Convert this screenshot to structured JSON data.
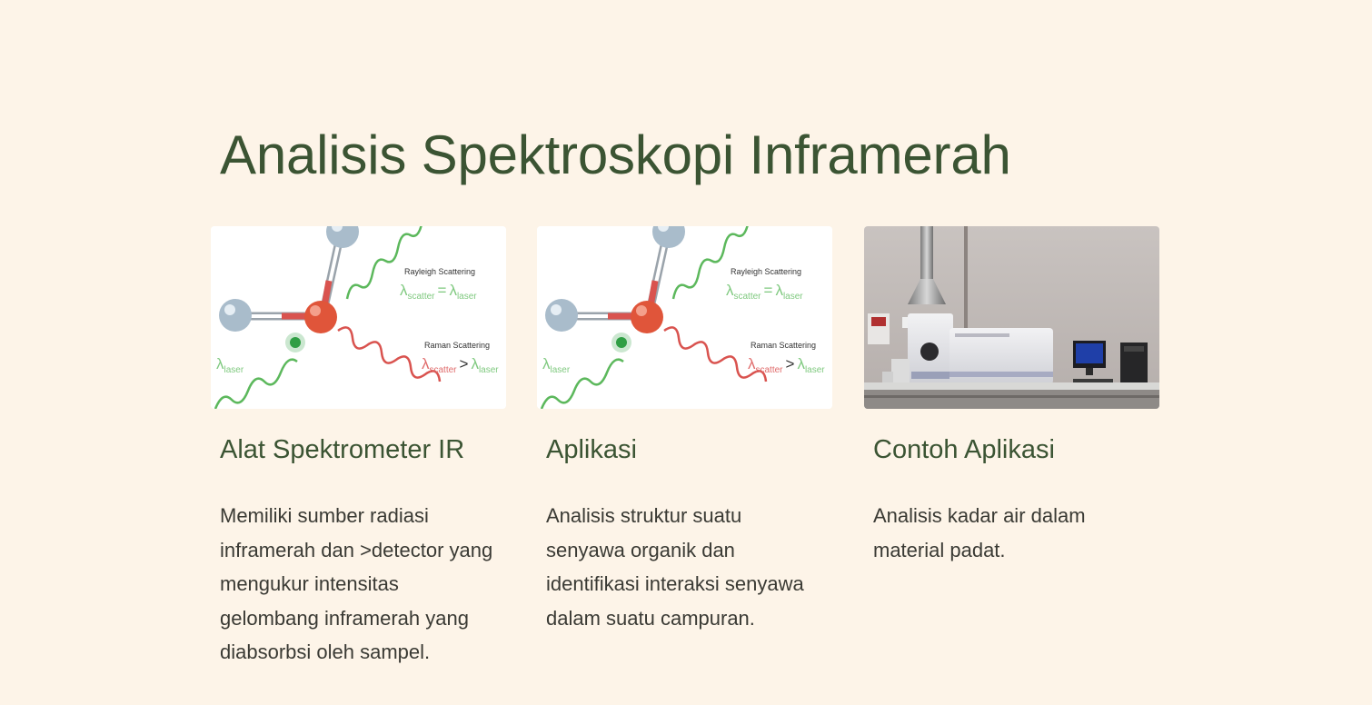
{
  "slide": {
    "title": "Analisis Spektroskopi Inframerah"
  },
  "cards": [
    {
      "heading": "Alat Spektrometer IR",
      "body": "Memiliki sumber radiasi inframerah dan >detector yang mengukur intensitas gelombang inframerah yang diabsorbsi oleh sampel.",
      "image": {
        "rayleigh_label": "Rayleigh Scattering",
        "raman_label": "Raman Scattering",
        "lambda": "λ",
        "sub_scatter": "scatter",
        "sub_laser": "laser",
        "equals": "=",
        "greater": ">"
      }
    },
    {
      "heading": "Aplikasi",
      "body": "Analisis struktur suatu senyawa organik dan identifikasi interaksi senyawa dalam suatu campuran.",
      "image": {
        "rayleigh_label": "Rayleigh Scattering",
        "raman_label": "Raman Scattering",
        "lambda": "λ",
        "sub_scatter": "scatter",
        "sub_laser": "laser",
        "equals": "=",
        "greater": ">"
      }
    },
    {
      "heading": "Contoh Aplikasi",
      "body": "Analisis kadar air dalam material padat."
    }
  ],
  "colors": {
    "background": "#fdf4e8",
    "title": "#3b5433",
    "body_text": "#3a3a34",
    "green_wave": "#5cb85c",
    "red_wave": "#d9534f",
    "atom_red": "#e0553a",
    "atom_gray": "#a9bccb"
  }
}
